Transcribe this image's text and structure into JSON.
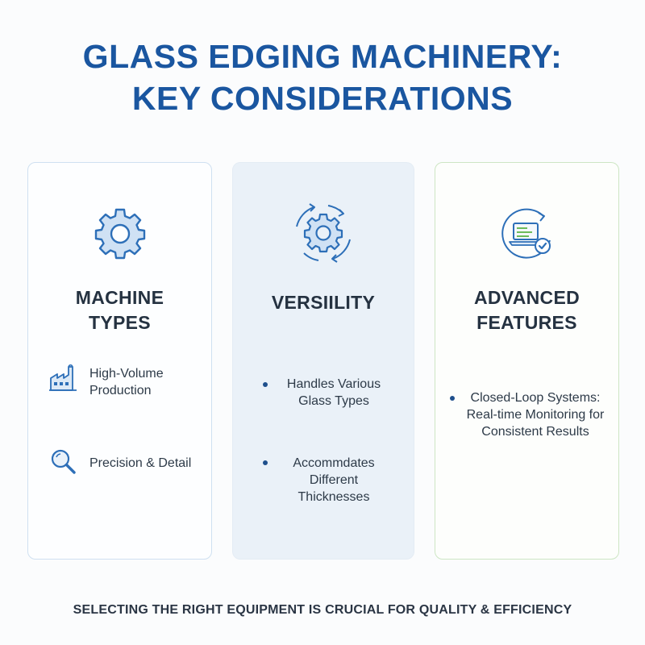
{
  "title": {
    "line1": "GLASS EDGING MACHINERY:",
    "line2": "KEY CONSIDERATIONS"
  },
  "colors": {
    "title": "#1a56a0",
    "icon_blue": "#2d6fb8",
    "icon_fill": "#cfe1f4",
    "accent_green": "#6dbb5a",
    "card_blue_border": "#cfe0f1",
    "card_green_border": "#cde6c4",
    "card_mid_bg": "#eaf1f8"
  },
  "cards": [
    {
      "icon": "gear-icon",
      "heading_line1": "MACHINE",
      "heading_line2": "TYPES",
      "items": [
        {
          "icon": "factory-icon",
          "line1": "High-Volume",
          "line2": "Production"
        },
        {
          "icon": "magnifier-icon",
          "line1": "Precision & Detail"
        }
      ]
    },
    {
      "icon": "rotating-gear-icon",
      "heading_line1": "VERSIILITY",
      "items": [
        {
          "line1": "Handles Various",
          "line2": "Glass Types"
        },
        {
          "line1": "Accommdates",
          "line2": "Different",
          "line3": "Thicknesses"
        }
      ]
    },
    {
      "icon": "laptop-check-icon",
      "heading_line1": "ADVANCED",
      "heading_line2": "FEATURES",
      "items": [
        {
          "line1": "Closed-Loop Systems:",
          "line2": "Real-time Monitoring for",
          "line3": "Consistent Results"
        }
      ]
    }
  ],
  "footer": "SELECTING THE RIGHT EQUIPMENT IS CRUCIAL FOR QUALITY & EFFICIENCY"
}
